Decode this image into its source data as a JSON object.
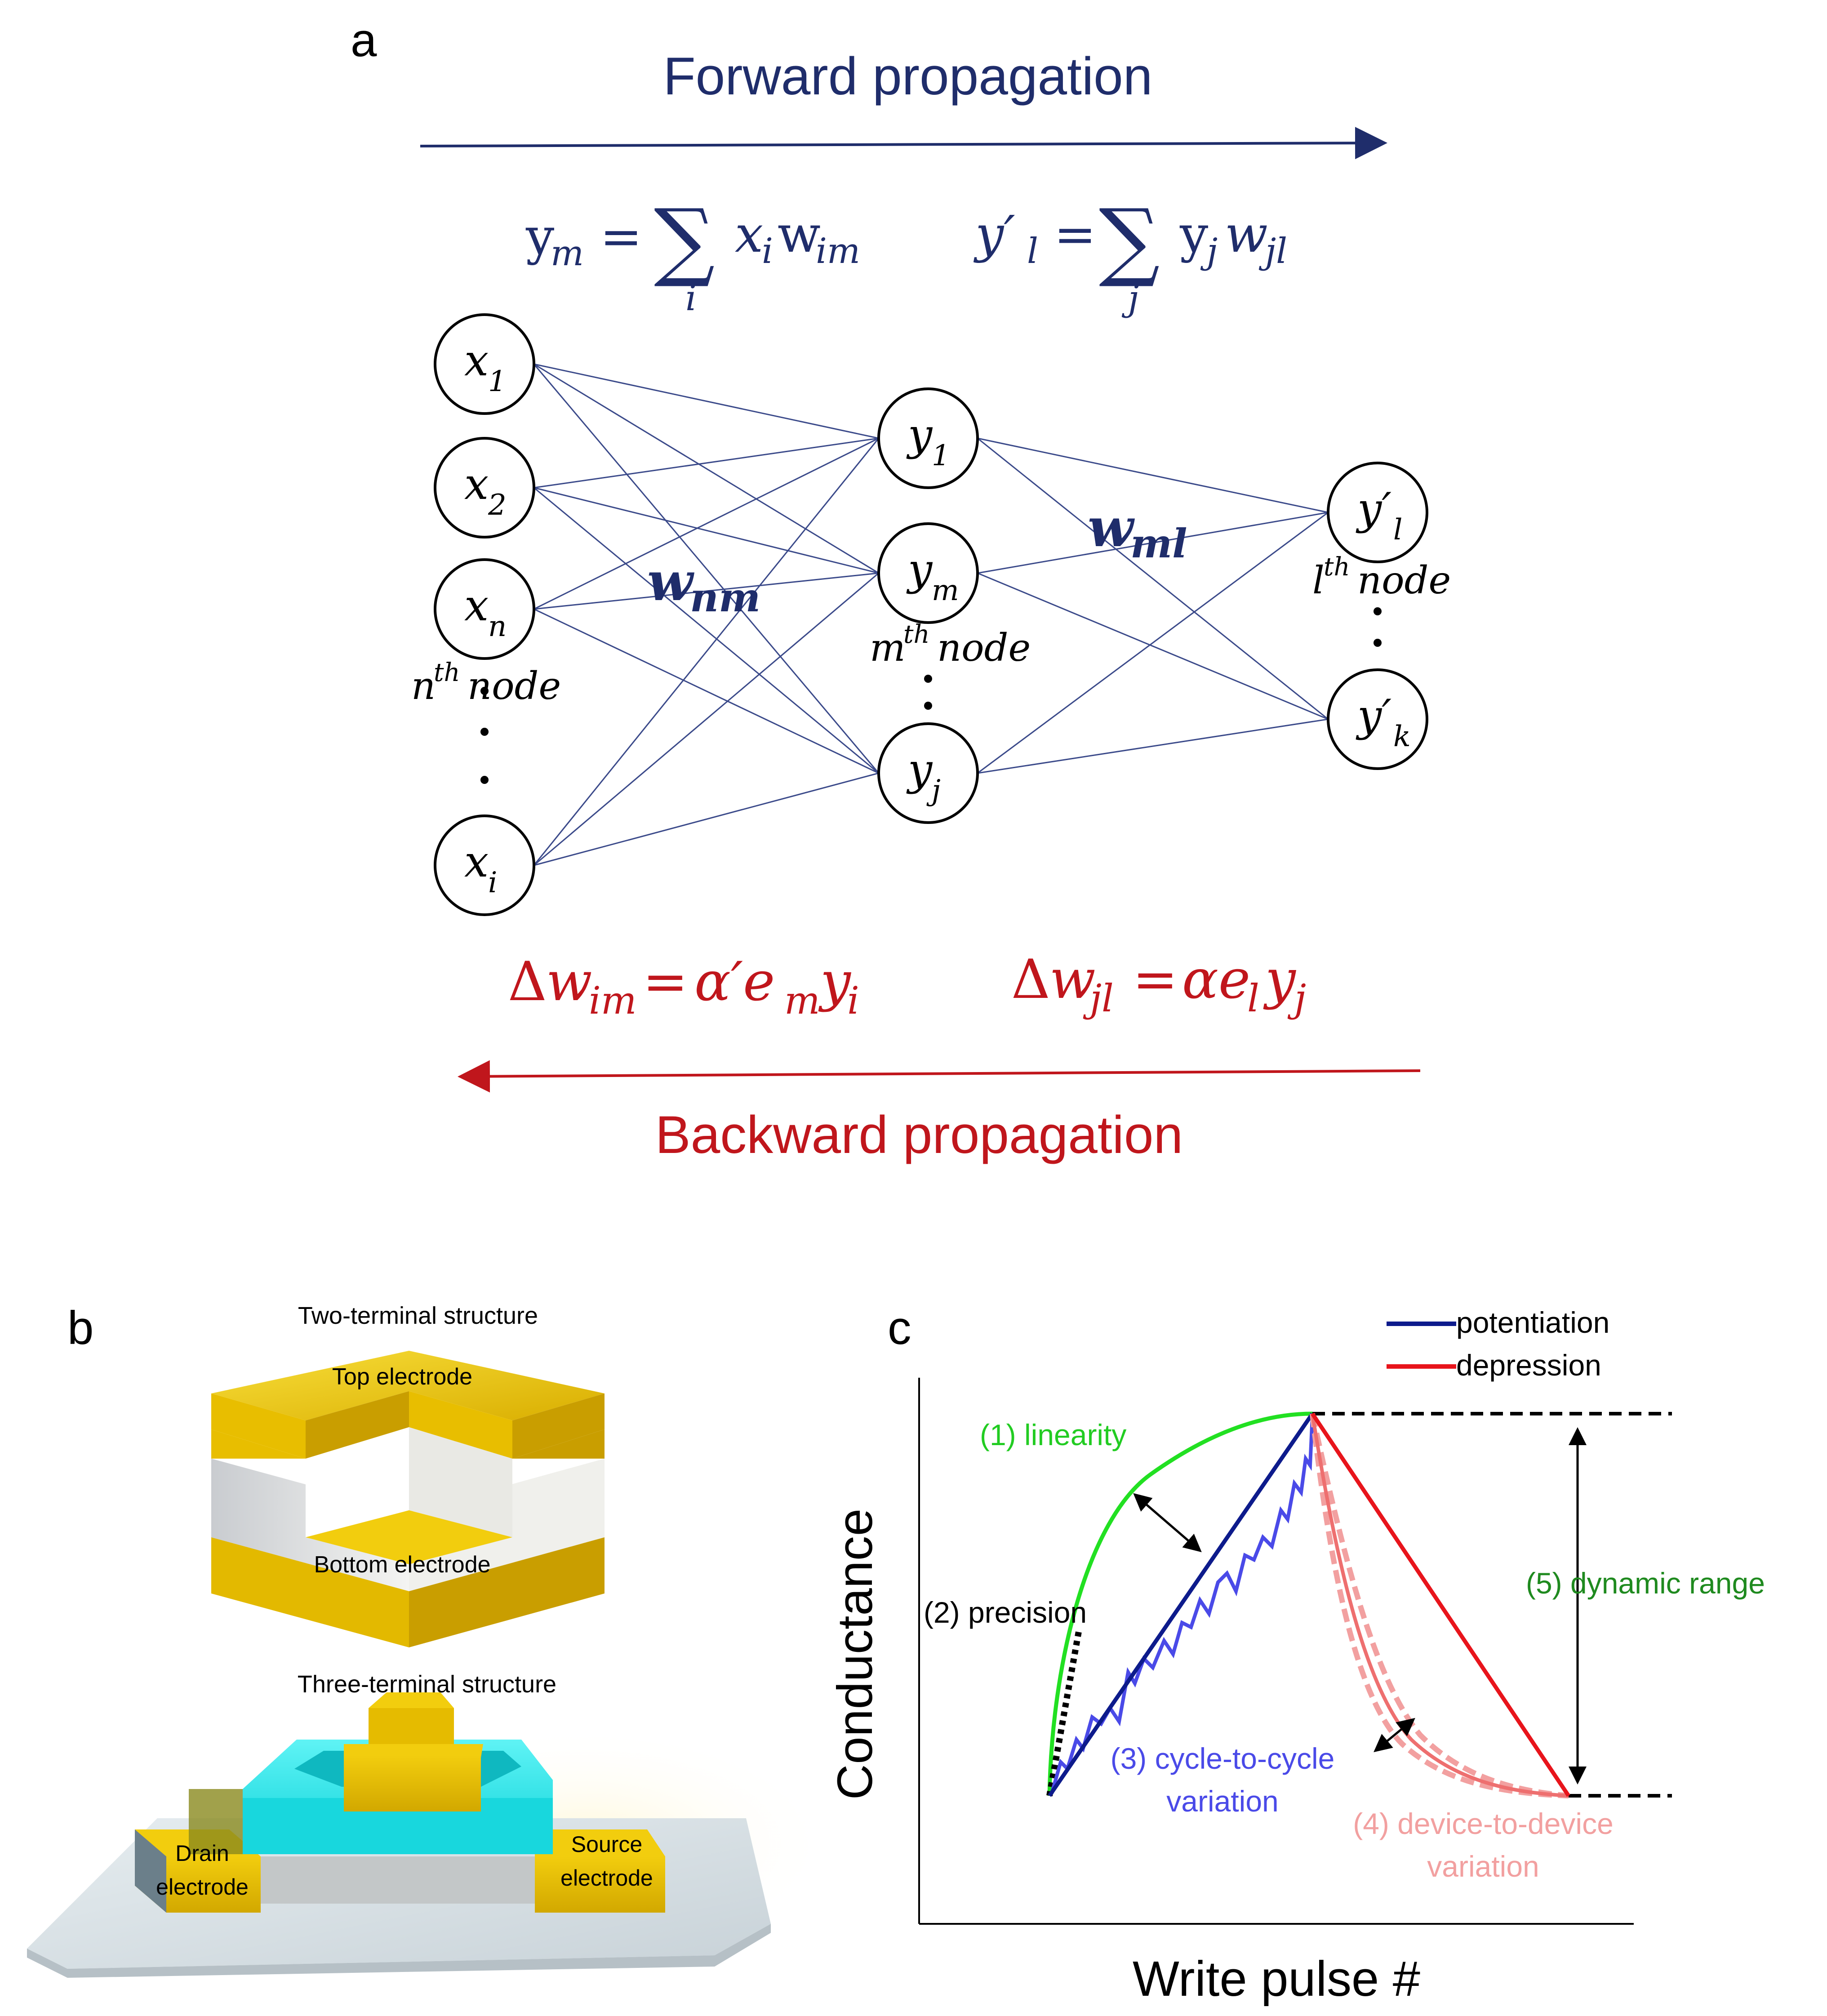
{
  "panel_a": {
    "label": "a",
    "forward_label": "Forward propagation",
    "backward_label": "Backward propagation",
    "forward_eq1": "y_m = Σ_i x_i w_im",
    "forward_eq2": "y'_l = Σ_j y_j w_jl",
    "backward_eq1": "Δw_im = α'e_m y_i",
    "backward_eq2": "Δw_jl = αe_l y_j",
    "input_nodes": [
      "x1",
      "x2",
      "xn",
      "xi"
    ],
    "hidden_nodes": [
      "y1",
      "ym",
      "yj"
    ],
    "output_nodes": [
      "y'l",
      "y'k"
    ],
    "input_weight_label": "w_nm",
    "hidden_weight_label": "w_ml",
    "input_node_caption": "n^th node",
    "hidden_node_caption": "m^th node",
    "output_node_caption": "l^th node",
    "colors": {
      "forward": "#1f2d6b",
      "backward": "#c0161c",
      "edges": "#3b4a8a"
    }
  },
  "panel_b": {
    "label": "b",
    "two_terminal_title": "Two-terminal structure",
    "top_electrode": "Top electrode",
    "bottom_electrode": "Bottom electrode",
    "three_terminal_title": "Three-terminal structure",
    "drain_label_1": "Drain",
    "drain_label_2": "electrode",
    "source_label_1": "Source",
    "source_label_2": "electrode",
    "colors": {
      "electrode": "#f2cd0e",
      "channel": "#1ee3e8",
      "substrate": "#dfe6ea"
    }
  },
  "panel_c": {
    "label": "c",
    "ylabel": "Conductance",
    "xlabel": "Write pulse #",
    "legend": [
      {
        "name": "potentiation",
        "color": "#0d1b8c"
      },
      {
        "name": "depression",
        "color": "#e8141b"
      }
    ],
    "annotations": {
      "linearity": "(1) linearity",
      "precision": "(2) precision",
      "cycle_1": "(3) cycle-to-cycle",
      "cycle_2": "variation",
      "device_1": "(4) device-to-device",
      "device_2": "variation",
      "dynamic_range": "(5) dynamic range"
    },
    "colors": {
      "linearity": "#22e022",
      "cycle": "#4a4ae8",
      "device": "#f2a0a0",
      "dynamic": "#1f8a1f"
    }
  }
}
